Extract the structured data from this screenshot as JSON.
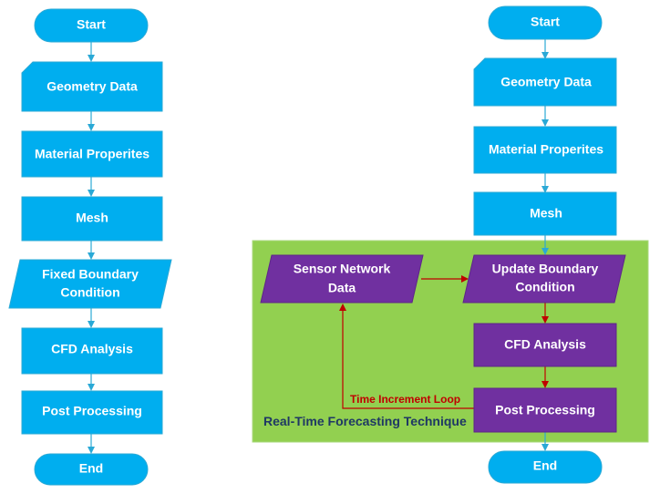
{
  "left_flow": {
    "start": "Start",
    "geometry": "Geometry Data",
    "material": "Material Properites",
    "mesh": "Mesh",
    "boundary_line1": "Fixed Boundary",
    "boundary_line2": "Condition",
    "cfd": "CFD Analysis",
    "post": "Post Processing",
    "end": "End"
  },
  "right_flow": {
    "start": "Start",
    "geometry": "Geometry Data",
    "material": "Material Properites",
    "mesh": "Mesh",
    "sensor_line1": "Sensor Network",
    "sensor_line2": "Data",
    "update_line1": "Update Boundary",
    "update_line2": "Condition",
    "cfd": "CFD Analysis",
    "post": "Post Processing",
    "loop_label": "Time Increment Loop",
    "panel_title": "Real-Time Forecasting Technique",
    "end": "End"
  },
  "colors": {
    "cyan": "#00AEEF",
    "purple": "#7030A0",
    "green": "#92D050",
    "loop_arrow": "#C00000"
  }
}
